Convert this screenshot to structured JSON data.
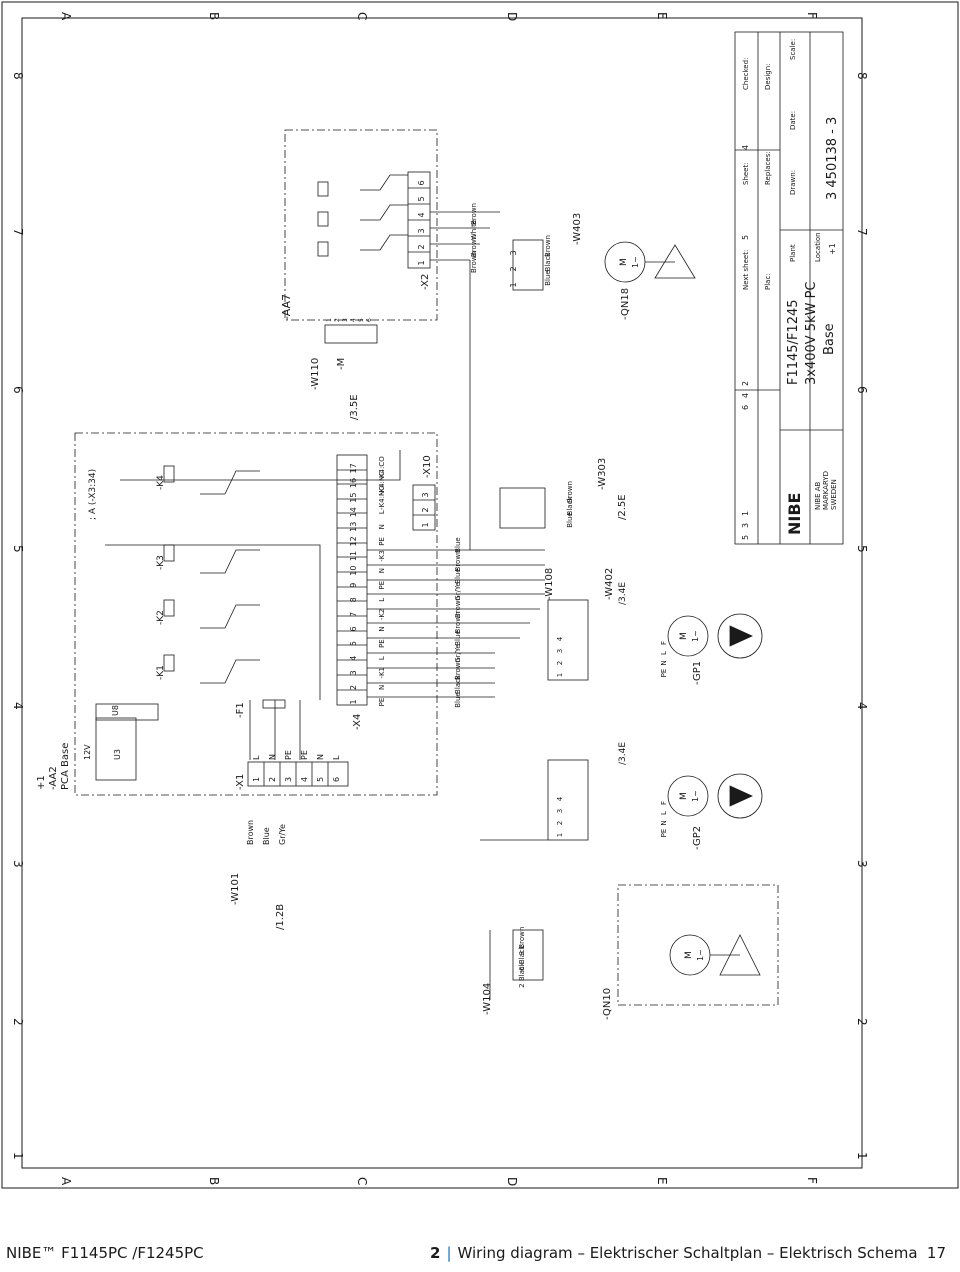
{
  "grid": {
    "columns": [
      "A",
      "B",
      "C",
      "D",
      "E",
      "F"
    ],
    "rows": [
      "8",
      "7",
      "6",
      "5",
      "4",
      "3",
      "2",
      "1"
    ]
  },
  "title_block": {
    "logo": "NIBE",
    "company": [
      "NIBE AB",
      "MARKARYD",
      "SWEDEN"
    ],
    "next_sheet_label": "Next sheet:",
    "next_sheet": "5",
    "sheet_label": "Sheet:",
    "sheet": "4",
    "checked_label": "Checked:",
    "plac_label": "Plac:",
    "replaces_label": "Replaces:",
    "design_label": "Design:",
    "model": "F1145/F1245",
    "variant": "3x400V 5kW PC",
    "base": "Base",
    "plant_label": "Plant",
    "drawn_label": "Drawn:",
    "date_label": "Date:",
    "scale_label": "Scale:",
    "location_label": "Location",
    "location": "+1",
    "drawing_no": "3    450138  -  3",
    "revisions": [
      "5",
      "3",
      "1"
    ],
    "revision_values": [
      "6",
      "4",
      "2"
    ]
  },
  "labels": {
    "aa2": [
      "+1",
      "-AA2",
      "PCA Base"
    ],
    "v12": "12V",
    "u3": "U3",
    "u8": "U8",
    "x334": "; A (-X3:34)",
    "k1": "-K1",
    "k2": "-K2",
    "k3": "-K3",
    "k4": "-K4",
    "f1": "-F1",
    "x1": "-X1",
    "x4": "-X4",
    "x10": "-X10",
    "x2": "-X2",
    "aa7": "-AA7",
    "w110": "-W110",
    "m": "-M",
    "ref_35e": "/3.5E",
    "w101": "-W101",
    "ref_12b": "/1.2B",
    "w104": "-W104",
    "qn10": "-QN10",
    "w108": "-W108",
    "w402": "-W402",
    "w403": "-W403",
    "w303": "-W303",
    "ref_25e": "/2.5E",
    "qn18": "-QN18",
    "gp1": "-GP1",
    "gp2": "-GP2",
    "ref_34e_1": "/3.4E",
    "ref_34e_2": "/3.4E",
    "motor": "M",
    "motor_sym": "1~"
  },
  "x1_terminals": [
    "1",
    "2",
    "3",
    "4",
    "5",
    "6"
  ],
  "x1_signals": [
    "L",
    "N",
    "PE",
    "PE",
    "N",
    "L"
  ],
  "w101_colors": [
    "Brown",
    "Blue",
    "Gr/Ye"
  ],
  "x4_terminals": [
    "1",
    "2",
    "3",
    "4",
    "5",
    "6",
    "7",
    "8",
    "9",
    "10",
    "11",
    "12",
    "13",
    "14",
    "15",
    "16",
    "17"
  ],
  "x4_signals": [
    "PE",
    "N",
    "-K1",
    "L",
    "PE",
    "N",
    "-K2",
    "L",
    "PE",
    "N",
    "-K3",
    "PE",
    "N",
    "L",
    "-K4:NO",
    "-K4:NC",
    "-K4:CO"
  ],
  "x4_colors": [
    "Blue",
    "Black",
    "Brown",
    "Gr/Ye",
    "Blue",
    "Brown",
    "Brown",
    "Gr/Ye",
    "Blue",
    "Brown",
    "Blue"
  ],
  "x10_terminals": [
    "1",
    "2",
    "3"
  ],
  "w303_colors": [
    "Blue",
    "Black",
    "Brown"
  ],
  "x2_terminals": [
    "1",
    "2",
    "3",
    "4",
    "5",
    "6"
  ],
  "x2_colors": [
    "Brown",
    "Brown",
    "White",
    "Brown"
  ],
  "w403_colors": [
    "Blue",
    "Black",
    "Brown"
  ],
  "w403_pins": [
    "1",
    "2",
    "3"
  ],
  "w104_pins": [
    "2 Black",
    "6 Black",
    "3 Brown"
  ],
  "w110_pins": [
    "1",
    "2",
    "3",
    "4",
    "5",
    "6"
  ],
  "pump_conn_pins": [
    "1",
    "2",
    "3",
    "4"
  ],
  "pump_signals": [
    "PE",
    "N",
    "L",
    "F"
  ],
  "footer": {
    "left": "NIBE™ F1145PC /F1245PC",
    "center_num": "2",
    "center_text": "Wiring diagram – Elektrischer Schaltplan – Elektrisch Schema",
    "page": "17"
  }
}
